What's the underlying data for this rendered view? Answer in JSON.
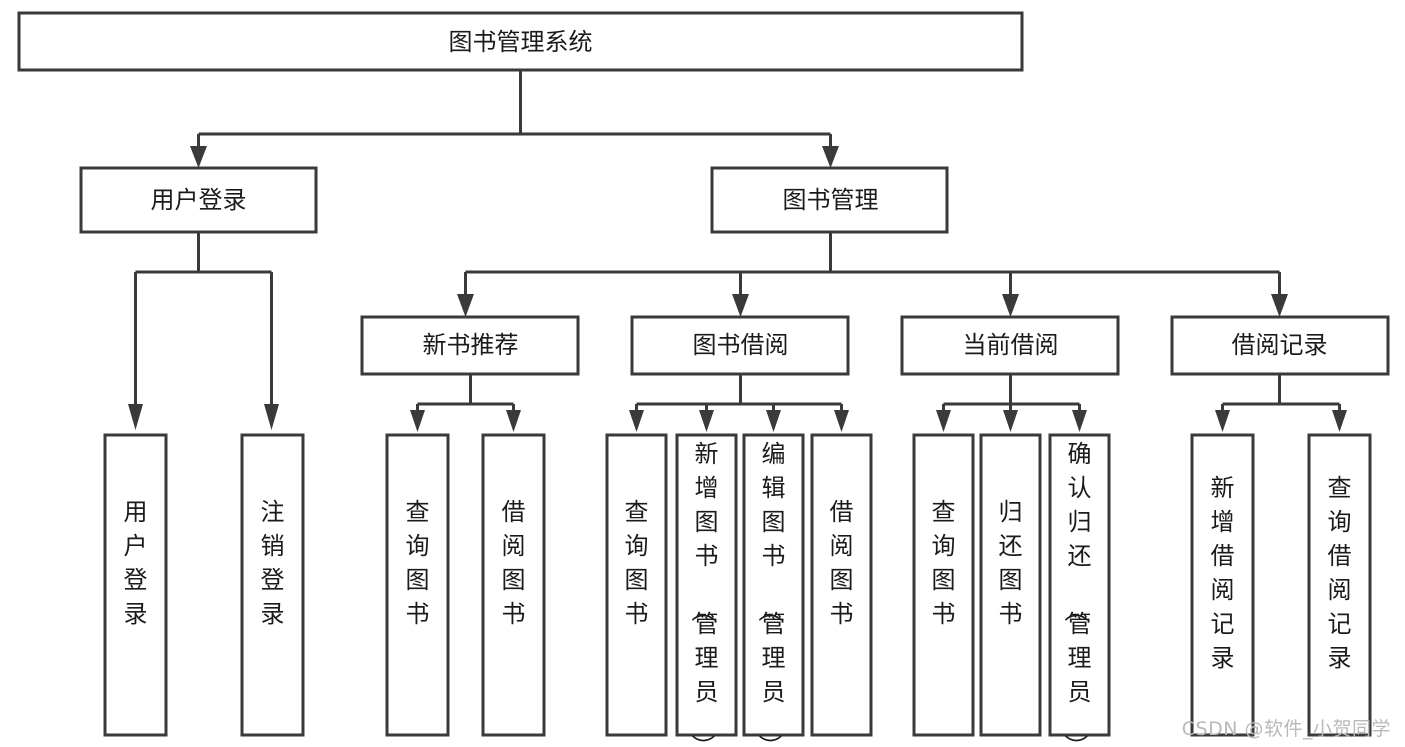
{
  "diagram": {
    "type": "tree",
    "title": "图书管理系统",
    "orientation": "top-down",
    "colors": {
      "box_stroke": "#3a3a3a",
      "box_fill": "#ffffff",
      "connector": "#3a3a3a",
      "text": "#1b1b1b",
      "background": "#ffffff",
      "watermark": "#b9b9b9"
    },
    "root": {
      "id": "root",
      "label": "图书管理系统"
    },
    "level2": [
      {
        "id": "user-login",
        "label": "用户登录"
      },
      {
        "id": "book-manage",
        "label": "图书管理"
      }
    ],
    "level3": [
      {
        "id": "new-book-recommend",
        "label": "新书推荐",
        "parent": "book-manage"
      },
      {
        "id": "book-borrow",
        "label": "图书借阅",
        "parent": "book-manage"
      },
      {
        "id": "current-borrow",
        "label": "当前借阅",
        "parent": "book-manage"
      },
      {
        "id": "borrow-record",
        "label": "借阅记录",
        "parent": "book-manage"
      }
    ],
    "leaves": [
      {
        "id": "leaf-user-login",
        "label": "用户登录",
        "parent": "user-login"
      },
      {
        "id": "leaf-logout-login",
        "label": "注销登录",
        "parent": "user-login"
      },
      {
        "id": "leaf-query-book-1",
        "label": "查询图书",
        "parent": "new-book-recommend"
      },
      {
        "id": "leaf-borrow-book-1",
        "label": "借阅图书",
        "parent": "new-book-recommend"
      },
      {
        "id": "leaf-query-book-2",
        "label": "查询图书",
        "parent": "book-borrow"
      },
      {
        "id": "leaf-add-book",
        "label": "新增图书（管理员）",
        "parent": "book-borrow"
      },
      {
        "id": "leaf-edit-book",
        "label": "编辑图书（管理员）",
        "parent": "book-borrow"
      },
      {
        "id": "leaf-borrow-book-2",
        "label": "借阅图书",
        "parent": "book-borrow"
      },
      {
        "id": "leaf-query-book-3",
        "label": "查询图书",
        "parent": "current-borrow"
      },
      {
        "id": "leaf-return-book",
        "label": "归还图书",
        "parent": "current-borrow"
      },
      {
        "id": "leaf-confirm-return",
        "label": "确认归还（管理员）",
        "parent": "current-borrow"
      },
      {
        "id": "leaf-add-borrow-record",
        "label": "新增借阅记录",
        "parent": "borrow-record"
      },
      {
        "id": "leaf-query-borrow-record",
        "label": "查询借阅记录",
        "parent": "borrow-record"
      }
    ]
  },
  "watermark": {
    "text": "CSDN @软件_小贺同学"
  }
}
